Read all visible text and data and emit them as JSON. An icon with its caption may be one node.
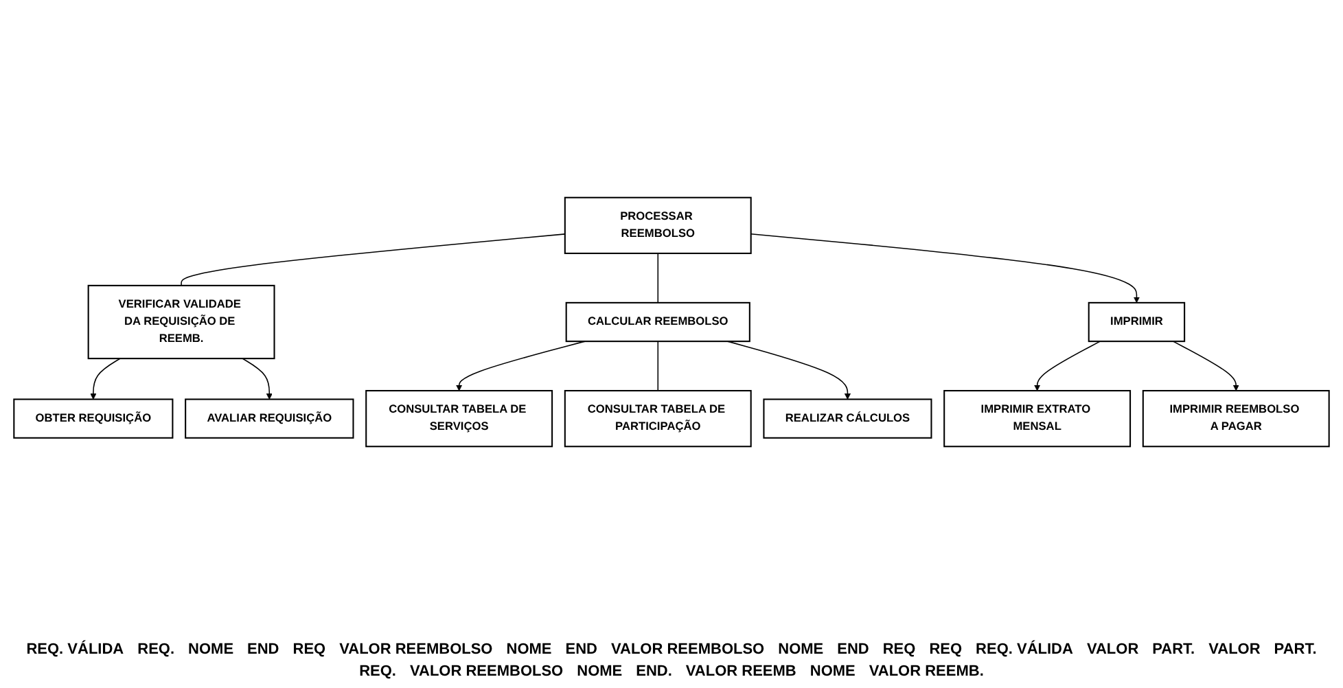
{
  "diagram": {
    "nodes": [
      {
        "text": [
          "PROCESSAR REEMBOLSO"
        ]
      },
      {
        "text": [
          "VERIFICAR VALIDADE DA REQUISIÇÃO DE REEMB."
        ]
      },
      {
        "text": [
          "CALCULAR REEMBOLSO"
        ]
      },
      {
        "text": [
          "IMPRIMIR"
        ]
      },
      {
        "text": [
          "OBTER REQUISIÇÃO"
        ]
      },
      {
        "text": [
          "AVALIAR REQUISIÇÃO"
        ]
      },
      {
        "text": [
          "CONSULTAR TABELA DE SERVIÇOS"
        ]
      },
      {
        "text": [
          "CONSULTAR TABELA DE PARTICIPAÇÃO"
        ]
      },
      {
        "text": [
          "REALIZAR CÁLCULOS"
        ]
      },
      {
        "text": [
          "IMPRIMIR EXTRATO MENSAL"
        ]
      },
      {
        "text": [
          "IMPRIMIR REEMBOLSO A PAGAR"
        ]
      }
    ],
    "edges": [
      {
        "from": 0,
        "to": 1,
        "arrow": "none"
      },
      {
        "from": 0,
        "to": 2,
        "arrow": "none"
      },
      {
        "from": 0,
        "to": 3,
        "arrow": "to"
      },
      {
        "from": 1,
        "to": 4,
        "arrow": "to"
      },
      {
        "from": 1,
        "to": 5,
        "arrow": "to"
      },
      {
        "from": 2,
        "to": 6,
        "arrow": "to"
      },
      {
        "from": 2,
        "to": 7,
        "arrow": "none"
      },
      {
        "from": 2,
        "to": 8,
        "arrow": "to"
      },
      {
        "from": 3,
        "to": 9,
        "arrow": "to"
      },
      {
        "from": 3,
        "to": 10,
        "arrow": "to"
      }
    ],
    "labels": [
      "REQ. VÁLIDA",
      "REQ.",
      "NOME",
      "END",
      "REQ",
      "VALOR REEMBOLSO",
      "NOME",
      "END",
      "VALOR REEMBOLSO",
      "NOME",
      "END",
      "REQ",
      "REQ",
      "REQ. VÁLIDA",
      "VALOR",
      "PART.",
      "VALOR",
      "PART.",
      "REQ.",
      "VALOR REEMBOLSO",
      "NOME",
      "END.",
      "VALOR REEMB",
      "NOME",
      "VALOR REEMB."
    ]
  }
}
